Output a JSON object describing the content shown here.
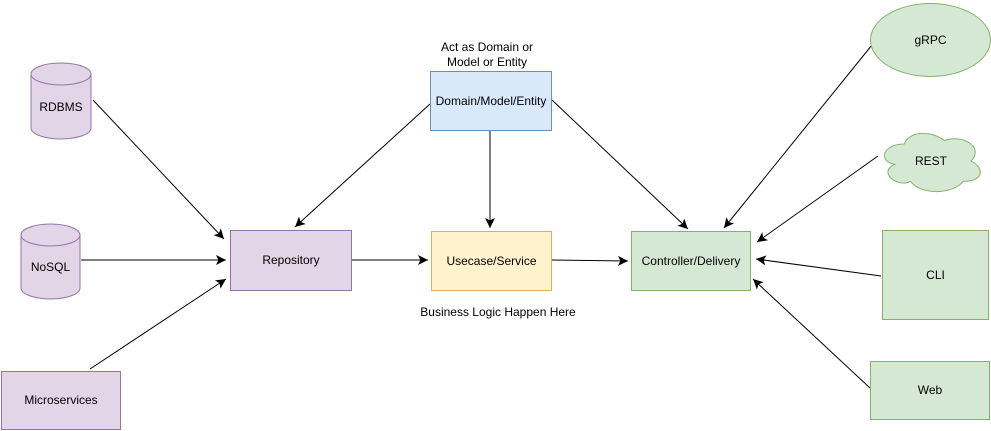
{
  "palette": {
    "purple_fill": "#E1D5E7",
    "purple_stroke": "#9673A6",
    "blue_fill": "#DAE8FC",
    "blue_stroke": "#6C8EBF",
    "yellow_fill": "#FFF2CC",
    "yellow_stroke": "#D6B656",
    "green_fill": "#D5E8D4",
    "green_stroke": "#82B366",
    "edge_color": "#000000",
    "background": "#FFFFFF"
  },
  "nodes": {
    "rdbms": {
      "label": "RDBMS",
      "shape": "cylinder"
    },
    "nosql": {
      "label": "NoSQL",
      "shape": "cylinder"
    },
    "microservices": {
      "label": "Microservices",
      "shape": "rectangle"
    },
    "repository": {
      "label": "Repository",
      "shape": "rectangle"
    },
    "usecase": {
      "label": "Usecase/Service",
      "shape": "rectangle"
    },
    "domain": {
      "label": "Domain/Model/Entity",
      "shape": "rectangle"
    },
    "controller": {
      "label": "Controller/Delivery",
      "shape": "rectangle"
    },
    "grpc": {
      "label": "gRPC",
      "shape": "ellipse"
    },
    "rest": {
      "label": "REST",
      "shape": "cloud"
    },
    "cli": {
      "label": "CLI",
      "shape": "rectangle"
    },
    "web": {
      "label": "Web",
      "shape": "rectangle"
    }
  },
  "annotations": {
    "domain_note": "Act as Domain or\nModel or Entity",
    "usecase_note": "Business Logic Happen Here"
  }
}
